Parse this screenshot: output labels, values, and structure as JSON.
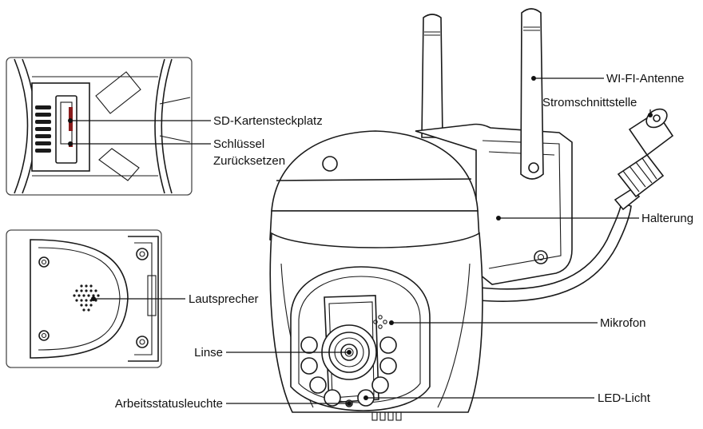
{
  "labels": {
    "wifi_antenna": "WI-FI-Antenne",
    "power_interface": "Stromschnittstelle",
    "bracket": "Halterung",
    "microphone": "Mikrofon",
    "led_light": "LED-Licht",
    "sd_slot": "SD-Kartensteckplatz",
    "reset_key_line1": "Schlüssel",
    "reset_key_line2": "Zurücksetzen",
    "speaker": "Lautsprecher",
    "lens": "Linse",
    "status_light": "Arbeitsstatusleuchte"
  }
}
